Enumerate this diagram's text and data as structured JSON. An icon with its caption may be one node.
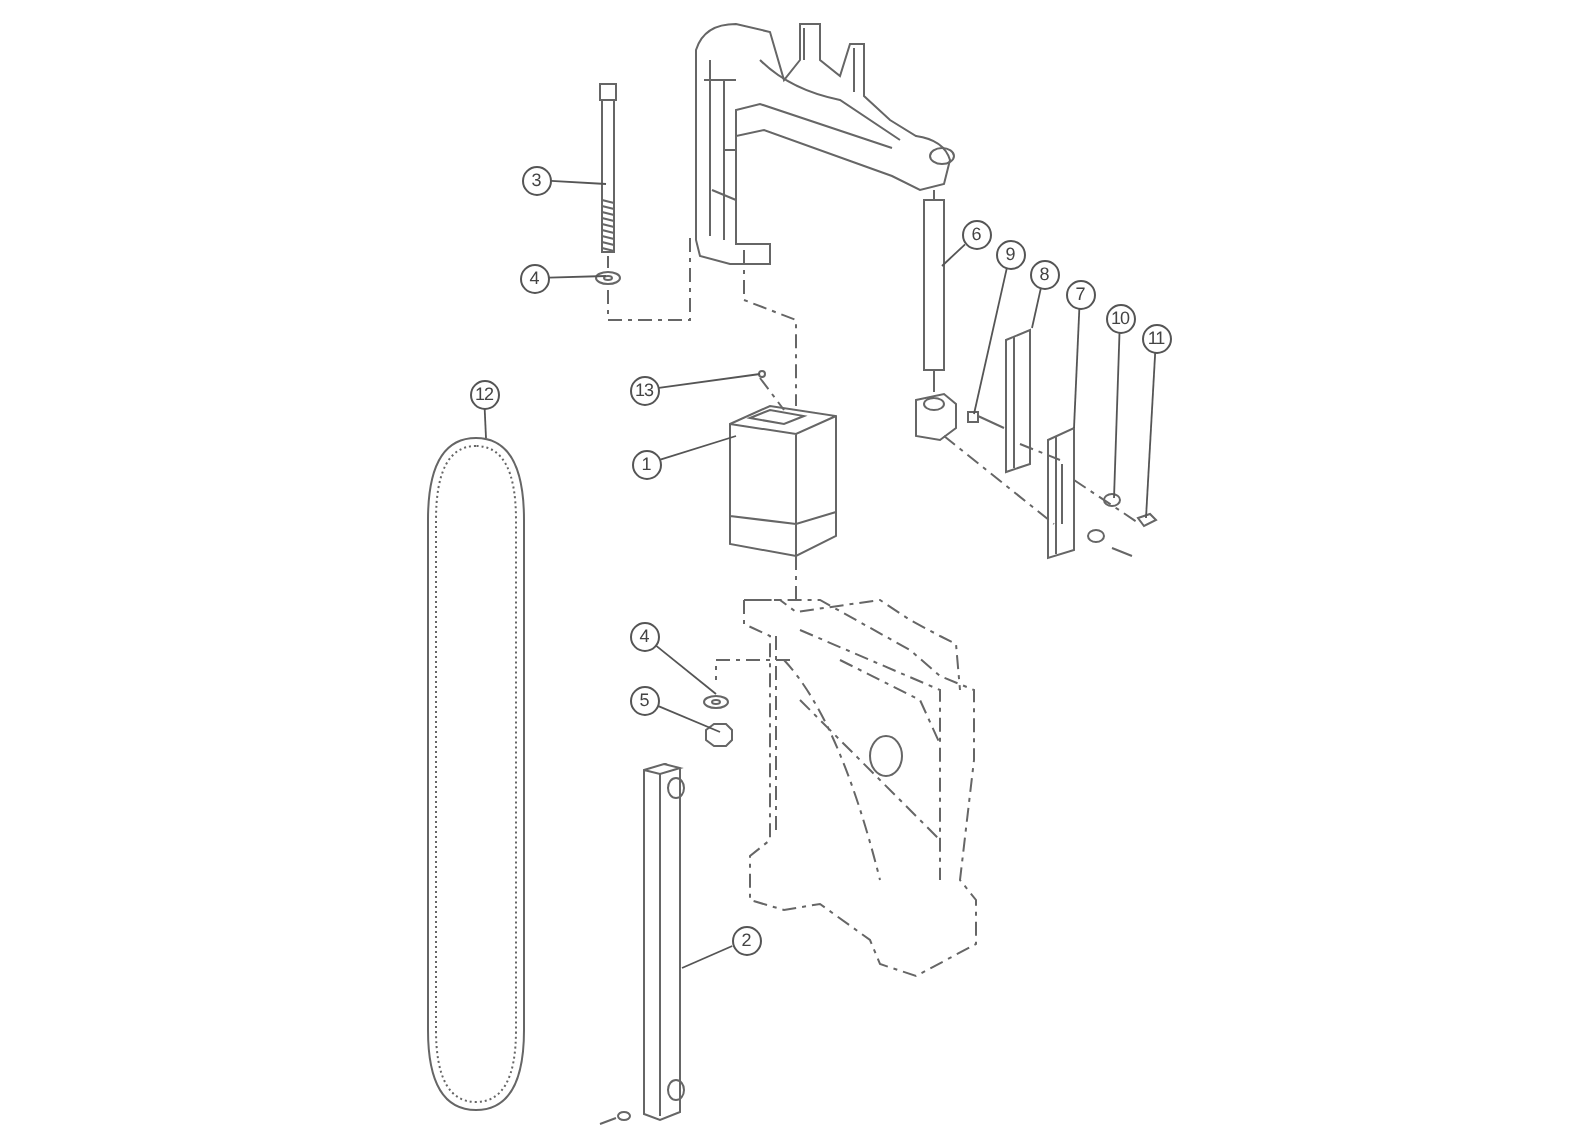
{
  "diagram": {
    "nodes": [
      {
        "text": [
          "3"
        ]
      },
      {
        "text": [
          "4"
        ]
      },
      {
        "text": [
          "13"
        ]
      },
      {
        "text": [
          "1"
        ]
      },
      {
        "text": [
          "12"
        ]
      },
      {
        "text": [
          "4"
        ]
      },
      {
        "text": [
          "5"
        ]
      },
      {
        "text": [
          "2"
        ]
      },
      {
        "text": [
          "6"
        ]
      },
      {
        "text": [
          "9"
        ]
      },
      {
        "text": [
          "8"
        ]
      },
      {
        "text": [
          "7"
        ]
      },
      {
        "text": [
          "10"
        ]
      },
      {
        "text": [
          "11"
        ]
      }
    ],
    "edges": [
      {
        "from": 0,
        "to": null,
        "arrow": "none"
      },
      {
        "from": 1,
        "to": null,
        "arrow": "none"
      },
      {
        "from": 2,
        "to": null,
        "arrow": "none"
      },
      {
        "from": 3,
        "to": null,
        "arrow": "none"
      },
      {
        "from": 4,
        "to": null,
        "arrow": "none"
      },
      {
        "from": 5,
        "to": null,
        "arrow": "none"
      },
      {
        "from": 6,
        "to": null,
        "arrow": "none"
      },
      {
        "from": 7,
        "to": null,
        "arrow": "none"
      },
      {
        "from": 8,
        "to": null,
        "arrow": "none"
      },
      {
        "from": 9,
        "to": null,
        "arrow": "none"
      },
      {
        "from": 10,
        "to": null,
        "arrow": "none"
      },
      {
        "from": 11,
        "to": null,
        "arrow": "none"
      },
      {
        "from": 12,
        "to": null,
        "arrow": "none"
      },
      {
        "from": 13,
        "to": null,
        "arrow": "none"
      }
    ]
  }
}
